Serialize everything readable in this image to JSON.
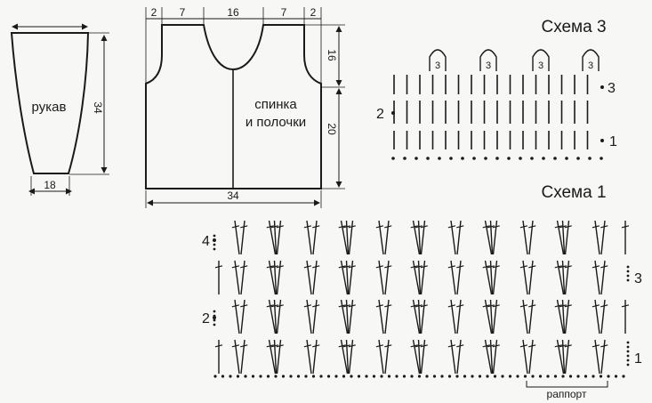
{
  "sleeve": {
    "label": "рукав",
    "top_width": "",
    "bottom_width": "18",
    "height": "34"
  },
  "body_piece": {
    "label_line1": "спинка",
    "label_line2": "и полочки",
    "dim_shoulder_left": "2",
    "dim_left": "7",
    "dim_neck": "16",
    "dim_right": "7",
    "dim_shoulder_right": "2",
    "dim_armhole": "16",
    "dim_lower": "20",
    "dim_width": "34"
  },
  "scheme3": {
    "title": "Схема 3",
    "arch_label": "3",
    "row_labels": {
      "left": "2",
      "right_top": "3",
      "right_bottom": "1"
    }
  },
  "scheme1": {
    "title": "Схема 1",
    "row_labels": {
      "left_top": "4",
      "left_mid": "2",
      "right_mid": "3",
      "right_bottom": "1"
    },
    "repeat_label": "раппорт"
  }
}
